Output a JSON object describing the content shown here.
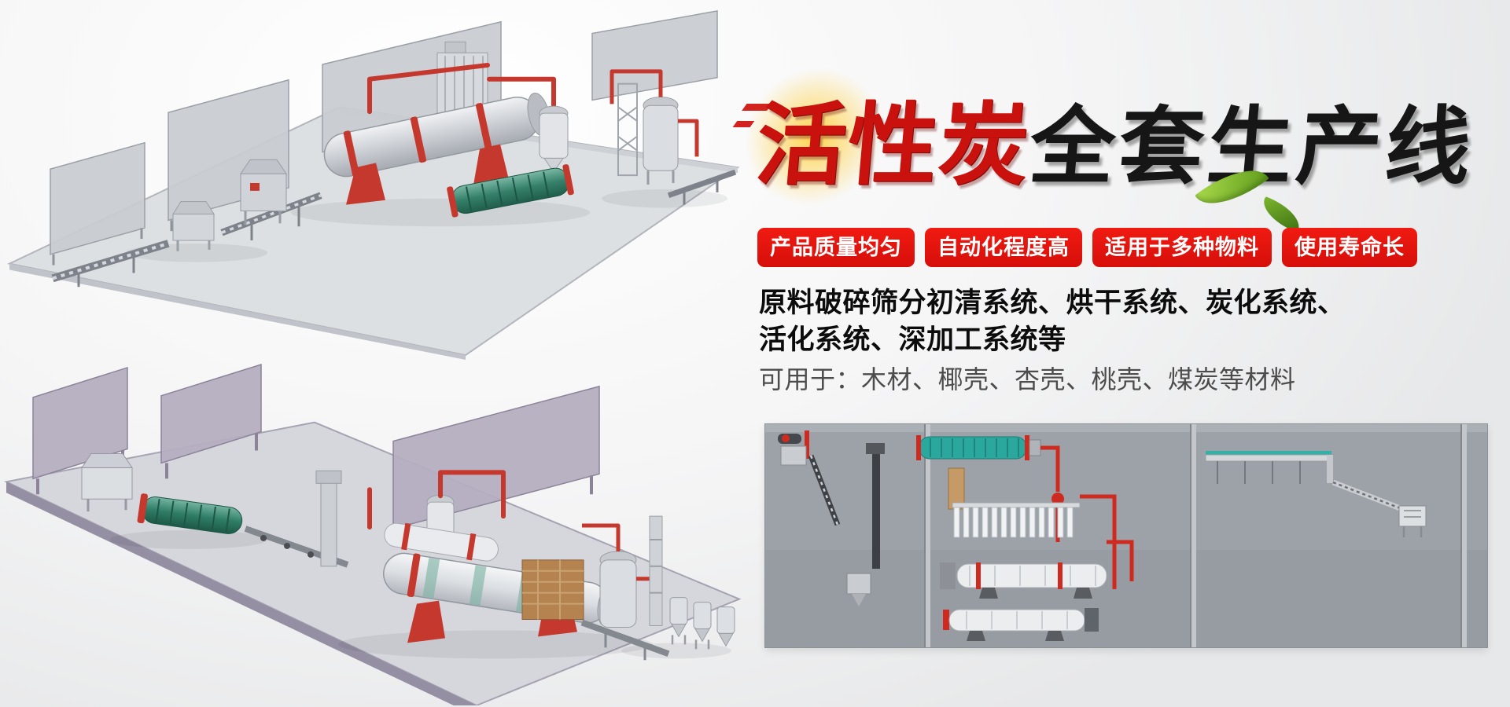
{
  "banner": {
    "title": {
      "red": "活性炭",
      "black": "全套生产线"
    },
    "badges": [
      {
        "label": "产品质量均匀"
      },
      {
        "label": "自动化程度高"
      },
      {
        "label": "适用于多种物料"
      },
      {
        "label": "使用寿命长"
      }
    ],
    "description": {
      "line1": "原料破碎筛分初清系统、烘干系统、炭化系统、",
      "line2": "活化系统、深加工系统等",
      "materials": "可用于：木材、椰壳、杏壳、桃壳、煤炭等材料"
    },
    "illustrations": {
      "top": "activated-carbon-production-line-3d-view-1",
      "bottom": "activated-carbon-production-line-3d-view-2",
      "panorama": "full-production-line-side-view"
    },
    "colors": {
      "badge_red": "#e01310",
      "title_red": "#c9110d",
      "title_black": "#161616",
      "leaf_green": "#6aa41f",
      "pipe_red": "#c5382e",
      "text_dark": "#0c0c0c",
      "text_gray": "#4c4c4c",
      "panorama_bg": "#9ca2a7"
    }
  }
}
